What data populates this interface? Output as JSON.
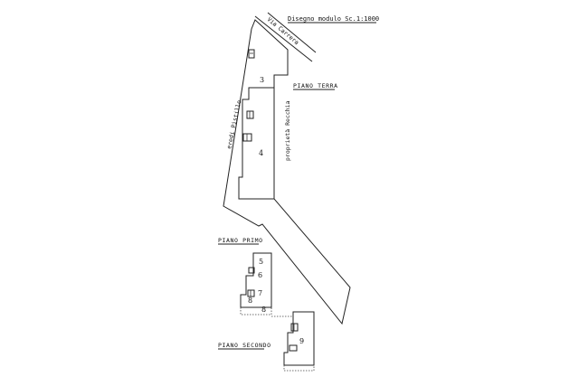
{
  "scale_note": "Disegno modulo Sc.1:1000",
  "street_label": "Via Carrera",
  "left_neighbor_label": "eredi Pistillo",
  "right_neighbor_label": "proprietà Recchia",
  "floors": {
    "ground": "PIANO TERRA",
    "first": "PIANO PRIMO",
    "second": "PIANO SECONDO"
  },
  "unit_numbers": {
    "u3": "3",
    "u4": "4",
    "u5": "5",
    "u6": "6",
    "u7": "7",
    "u8": "8",
    "u9": "9"
  }
}
